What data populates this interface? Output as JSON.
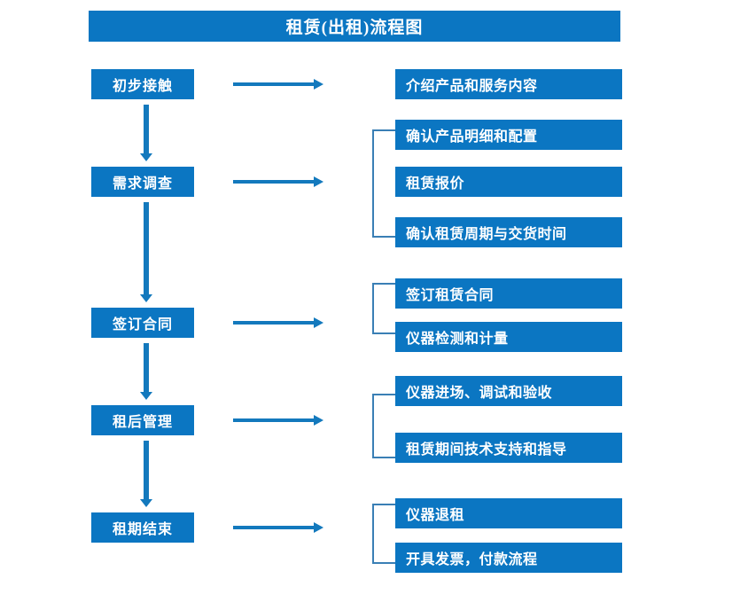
{
  "diagram": {
    "title": "租赁(出租)流程图",
    "accent_color": "#0b76c2",
    "connector_color": "#1379bd",
    "bracket_color": "#3a7fb5",
    "background_color": "#ffffff",
    "text_color": "#ffffff"
  },
  "stages": [
    {
      "id": "stage-1",
      "label": "初步接触"
    },
    {
      "id": "stage-2",
      "label": "需求调查"
    },
    {
      "id": "stage-3",
      "label": "签订合同"
    },
    {
      "id": "stage-4",
      "label": "租后管理"
    },
    {
      "id": "stage-5",
      "label": "租期结束"
    }
  ],
  "details": {
    "group1": [
      {
        "label": "介绍产品和服务内容"
      }
    ],
    "group2": [
      {
        "label": "确认产品明细和配置"
      },
      {
        "label": "租赁报价"
      },
      {
        "label": "确认租赁周期与交货时间"
      }
    ],
    "group3": [
      {
        "label": "签订租赁合同"
      },
      {
        "label": "仪器检测和计量"
      }
    ],
    "group4": [
      {
        "label": "仪器进场、调试和验收"
      },
      {
        "label": "租赁期间技术支持和指导"
      }
    ],
    "group5": [
      {
        "label": "仪器退租"
      },
      {
        "label": "开具发票，付款流程"
      }
    ]
  },
  "connectors": {
    "vertical_arrows": [
      {
        "name": "arrow-stage1-to-stage2"
      },
      {
        "name": "arrow-stage2-to-stage3"
      },
      {
        "name": "arrow-stage3-to-stage4"
      },
      {
        "name": "arrow-stage4-to-stage5"
      }
    ],
    "horizontal_arrows": [
      {
        "name": "arrow-stage1-to-details"
      },
      {
        "name": "arrow-stage2-to-details"
      },
      {
        "name": "arrow-stage3-to-details"
      },
      {
        "name": "arrow-stage4-to-details"
      },
      {
        "name": "arrow-stage5-to-details"
      }
    ]
  }
}
